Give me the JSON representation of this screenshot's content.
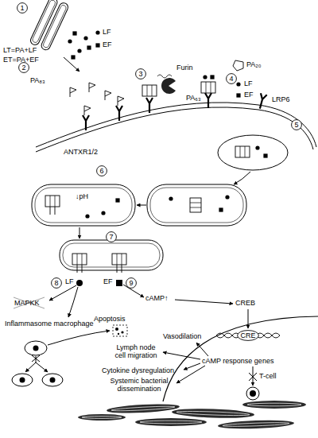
{
  "diagram": {
    "nodes": [
      {
        "text": [
          "1"
        ]
      },
      {
        "text": [
          "2"
        ]
      },
      {
        "text": [
          "3"
        ]
      },
      {
        "text": [
          "4"
        ]
      },
      {
        "text": [
          "5"
        ]
      },
      {
        "text": [
          "6"
        ]
      },
      {
        "text": [
          "7"
        ]
      },
      {
        "text": [
          "8"
        ]
      },
      {
        "text": [
          "9"
        ]
      },
      {
        "text": [
          "CRE"
        ]
      }
    ],
    "labels": [
      "LF",
      "EF",
      "LT=PA+LF",
      "ET=PA+EF",
      "PA₈₃",
      "Furin",
      "PA₂₀",
      "LF",
      "EF",
      "PA₆₃",
      "ANTXR1/2",
      "LRP6",
      "↓pH",
      "LF",
      "EF",
      "MAPKK",
      "cAMP↑",
      "CREB",
      "Apoptosis",
      "Inflammasome macrophage",
      "Vasodilation",
      "Lymph node cell migration",
      "Cytokine dysregulation",
      "cAMP response genes",
      "Systemic bacterial dissemination",
      "T-cell"
    ]
  }
}
